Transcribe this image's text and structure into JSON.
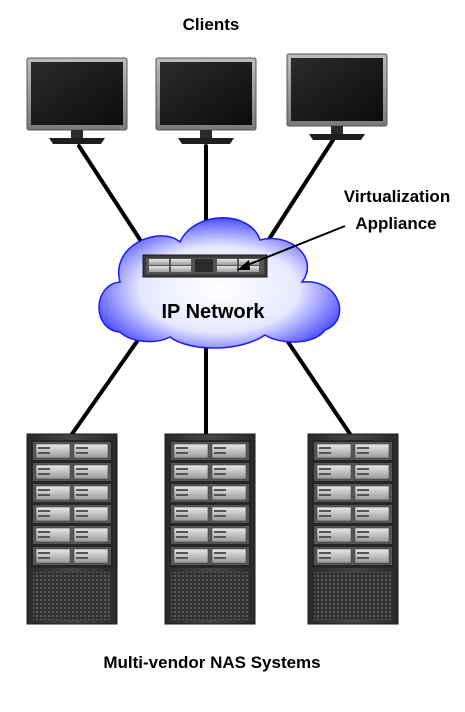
{
  "diagram": {
    "clients_label": "Clients",
    "appliance_label_line1": "Virtualization",
    "appliance_label_line2": "Appliance",
    "network_label": "IP Network",
    "storage_label": "Multi-vendor NAS Systems"
  },
  "icons": {
    "client": "monitor-icon",
    "appliance": "rack-server-appliance-icon",
    "cloud": "cloud-icon",
    "storage": "nas-server-rack-icon"
  },
  "colors": {
    "cloud_edge": "#1a1aff",
    "cloud_center": "#ffffff",
    "line": "#000000",
    "rack_body": "#3a3a3a",
    "monitor_screen": "#1c1c1c"
  }
}
